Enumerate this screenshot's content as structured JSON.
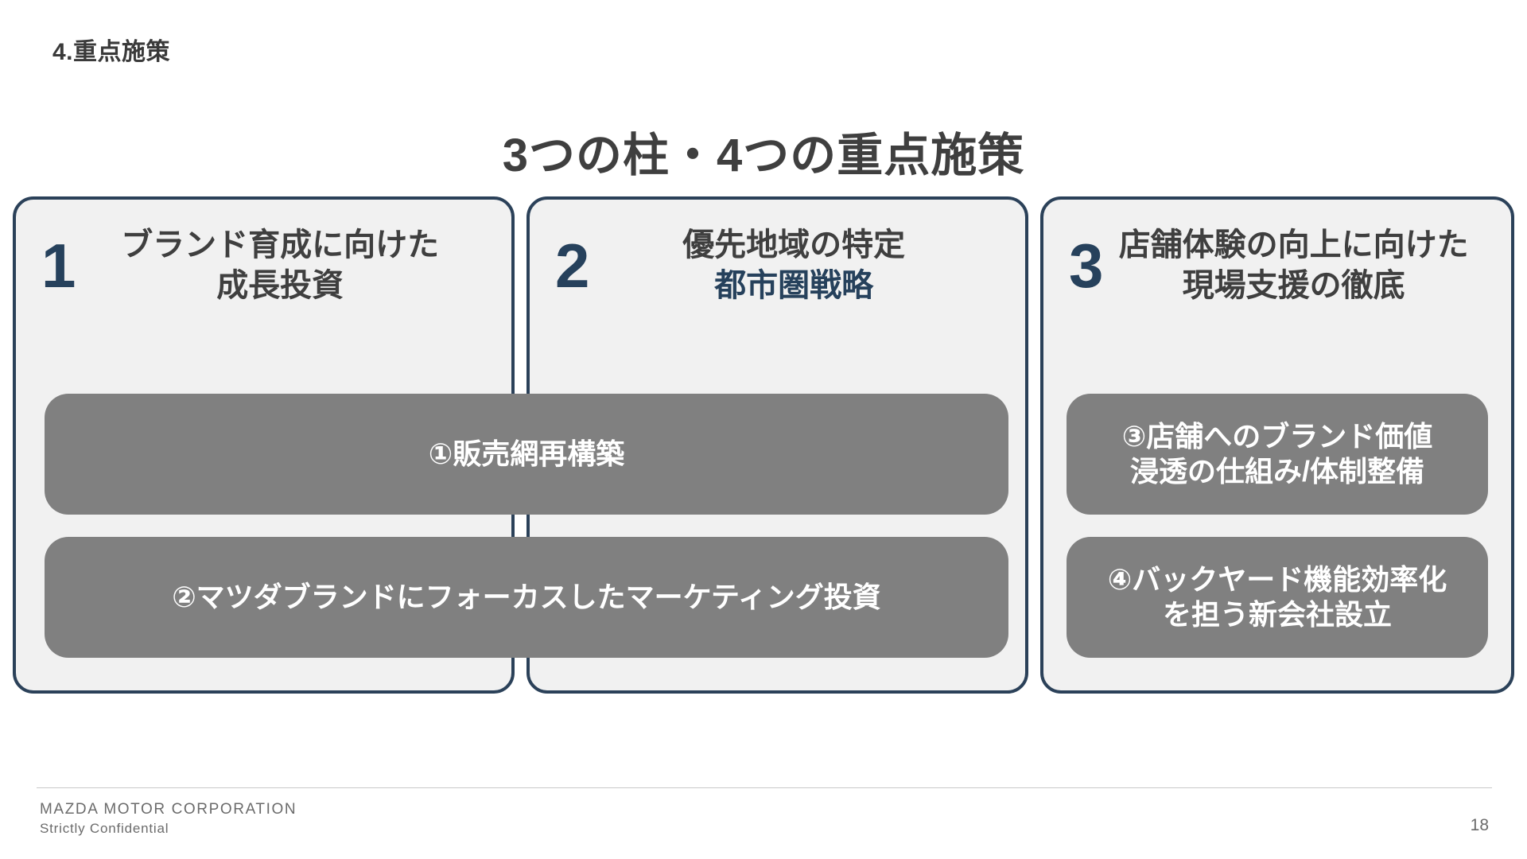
{
  "slide": {
    "eyebrow": "4.重点施策",
    "title": "3つの柱・4つの重点施策",
    "background_color": "#ffffff",
    "accent_navy": "#26415c",
    "pill_gray": "#808080",
    "card_fill": "#f1f1f1",
    "text_gray": "#3f3f3f"
  },
  "pillars": [
    {
      "number": "1",
      "title_line1": "ブランド育成に向けた",
      "title_line2": "成長投資",
      "title_color": "#3f3f3f"
    },
    {
      "number": "2",
      "title_line1": "優先地域の特定",
      "title_line2": "都市圏戦略",
      "title_color": "#26415c"
    },
    {
      "number": "3",
      "title_line1": "店舗体験の向上に向けた",
      "title_line2": "現場支援の徹底",
      "title_color": "#26415c"
    }
  ],
  "measures": [
    {
      "id": "measure-1",
      "label": "①販売網再構築",
      "spans": "pillar-1-2"
    },
    {
      "id": "measure-2",
      "label": "②マツダブランドにフォーカスしたマーケティング投資",
      "spans": "pillar-1-2"
    },
    {
      "id": "measure-3",
      "label_line1": "③店舗へのブランド価値",
      "label_line2": "浸透の仕組み/体制整備",
      "spans": "pillar-3"
    },
    {
      "id": "measure-4",
      "label_line1": "④バックヤード機能効率化",
      "label_line2": "を担う新会社設立",
      "spans": "pillar-3"
    }
  ],
  "footer": {
    "company": "MAZDA MOTOR CORPORATION",
    "confidential": "Strictly Confidential",
    "page_number": "18"
  }
}
